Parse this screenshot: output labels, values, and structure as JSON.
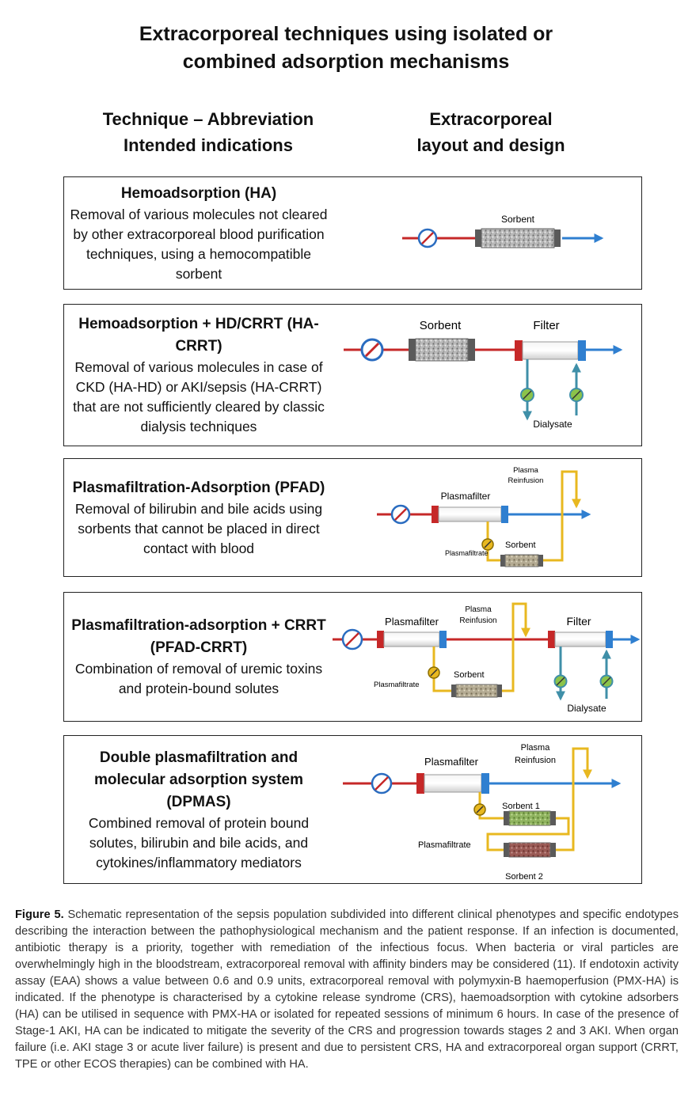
{
  "title_line1": "Extracorporeal techniques using isolated or",
  "title_line2": "combined adsorption mechanisms",
  "col_left_line1": "Technique – Abbreviation",
  "col_left_line2": "Intended indications",
  "col_right_line1": "Extracorporeal",
  "col_right_line2": "layout and design",
  "panels": [
    {
      "title": "Hemoadsorption  (HA)",
      "desc": "Removal of various molecules not cleared by other extracorporeal blood purification techniques, using a hemocompatible sorbent",
      "labels": {
        "sorbent": "Sorbent"
      }
    },
    {
      "title": "Hemoadsorption  + HD/CRRT (HA-CRRT)",
      "desc": "Removal of various molecules in case of CKD (HA-HD) or AKI/sepsis (HA-CRRT) that are not sufficiently cleared by classic dialysis techniques",
      "labels": {
        "sorbent": "Sorbent",
        "filter": "Filter",
        "dialysate": "Dialysate"
      }
    },
    {
      "title": "Plasmafiltration-Adsorption (PFAD)",
      "desc": "Removal of bilirubin and bile acids using sorbents that cannot be placed in direct contact with blood",
      "labels": {
        "plasma1": "Plasma",
        "plasma2": "Reinfusion",
        "plasmafilter": "Plasmafilter",
        "sorbent": "Sorbent",
        "plasmafiltrate": "Plasmafiltrate"
      }
    },
    {
      "title": "Plasmafiltration-adsorption  + CRRT (PFAD-CRRT)",
      "desc": "Combination of removal of uremic toxins and protein-bound solutes",
      "labels": {
        "plasma1": "Plasma",
        "plasma2": "Reinfusion",
        "plasmafilter": "Plasmafilter",
        "filter": "Filter",
        "sorbent": "Sorbent",
        "plasmafiltrate": "Plasmafiltrate",
        "dialysate": "Dialysate"
      }
    },
    {
      "title": "Double plasmafiltration  and molecular adsorption  system (DPMAS)",
      "desc": "Combined removal of protein bound solutes, bilirubin and bile acids, and cytokines/inflammatory mediators",
      "labels": {
        "plasma1": "Plasma",
        "plasma2": "Reinfusion",
        "plasmafilter": "Plasmafilter",
        "sorbent1": "Sorbent 1",
        "sorbent2": "Sorbent 2",
        "plasmafiltrate": "Plasmafiltrate"
      }
    }
  ],
  "caption_label": "Figure 5.",
  "caption_text": "Schematic representation of the sepsis population subdivided into different clinical phenotypes and specific endotypes describing the interaction between the pathophysiological mechanism and the patient response. If an infection is documented, antibiotic therapy is a priority, together with remediation of the infectious focus. When bacteria or viral particles are overwhelmingly high in the bloodstream, extracorporeal removal with affinity binders may be considered (11). If endotoxin activity assay (EAA) shows a value between 0.6 and 0.9 units, extracorporeal removal with polymyxin-B haemoperfusion (PMX-HA) is indicated. If the phenotype is characterised by a cytokine release syndrome (CRS), haemoadsorption with cytokine adsorbers (HA) can be utilised in sequence with PMX-HA or isolated for repeated sessions of minimum 6 hours. In case of the presence of Stage-1 AKI, HA can be indicated to mitigate the severity of the CRS and progression towards stages 2 and 3 AKI. When organ failure (i.e. AKI stage 3 or acute liver failure) is present and due to persistent CRS, HA  and extracorporeal organ support (CRRT, TPE or other ECOS therapies) can be combined with HA.",
  "colors": {
    "blood_in": "#c62828",
    "blood_out": "#2f7fd0",
    "plasma": "#e8b820",
    "dialysate": "#3f8fa8",
    "pump": "#2a6cc0"
  }
}
